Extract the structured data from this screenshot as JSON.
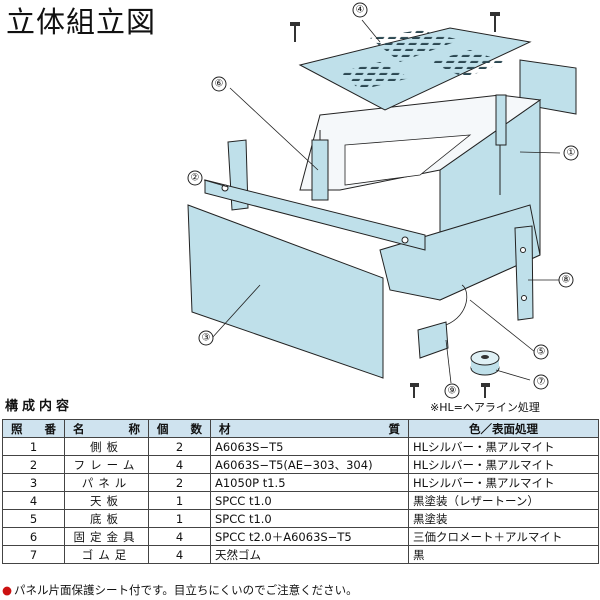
{
  "title": "立体組立図",
  "callouts": [
    "①",
    "②",
    "③",
    "④",
    "⑤",
    "⑥",
    "⑦",
    "⑧",
    "⑨"
  ],
  "hl_note": "※HL=ヘアライン処理",
  "table_heading": "構成内容",
  "table": {
    "headers": [
      "照番",
      "名称",
      "個数",
      "材質",
      "色／表面処理"
    ],
    "rows": [
      {
        "no": "1",
        "name": "側板",
        "qty": "2",
        "material": "A6063S−T5",
        "finish": "HLシルバー・黒アルマイト"
      },
      {
        "no": "2",
        "name": "フレーム",
        "qty": "4",
        "material": "A6063S−T5(AE−303、304)",
        "finish": "HLシルバー・黒アルマイト"
      },
      {
        "no": "3",
        "name": "パネル",
        "qty": "2",
        "material": "A1050P t1.5",
        "finish": "HLシルバー・黒アルマイト"
      },
      {
        "no": "4",
        "name": "天板",
        "qty": "1",
        "material": "SPCC t1.0",
        "finish": "黒塗装（レザートーン）"
      },
      {
        "no": "5",
        "name": "底板",
        "qty": "1",
        "material": "SPCC t1.0",
        "finish": "黒塗装"
      },
      {
        "no": "6",
        "name": "固定金具",
        "qty": "4",
        "material": "SPCC t2.0＋A6063S−T5",
        "finish": "三価クロメート＋アルマイト"
      },
      {
        "no": "7",
        "name": "ゴム足",
        "qty": "4",
        "material": "天然ゴム",
        "finish": "黒"
      }
    ]
  },
  "footnote": "パネル片面保護シート付です。目立ちにくいのでご注意ください。",
  "colors": {
    "panel_fill": "#bfe0ea",
    "header_bg": "#cfe3ef",
    "bullet": "#cc1111"
  }
}
